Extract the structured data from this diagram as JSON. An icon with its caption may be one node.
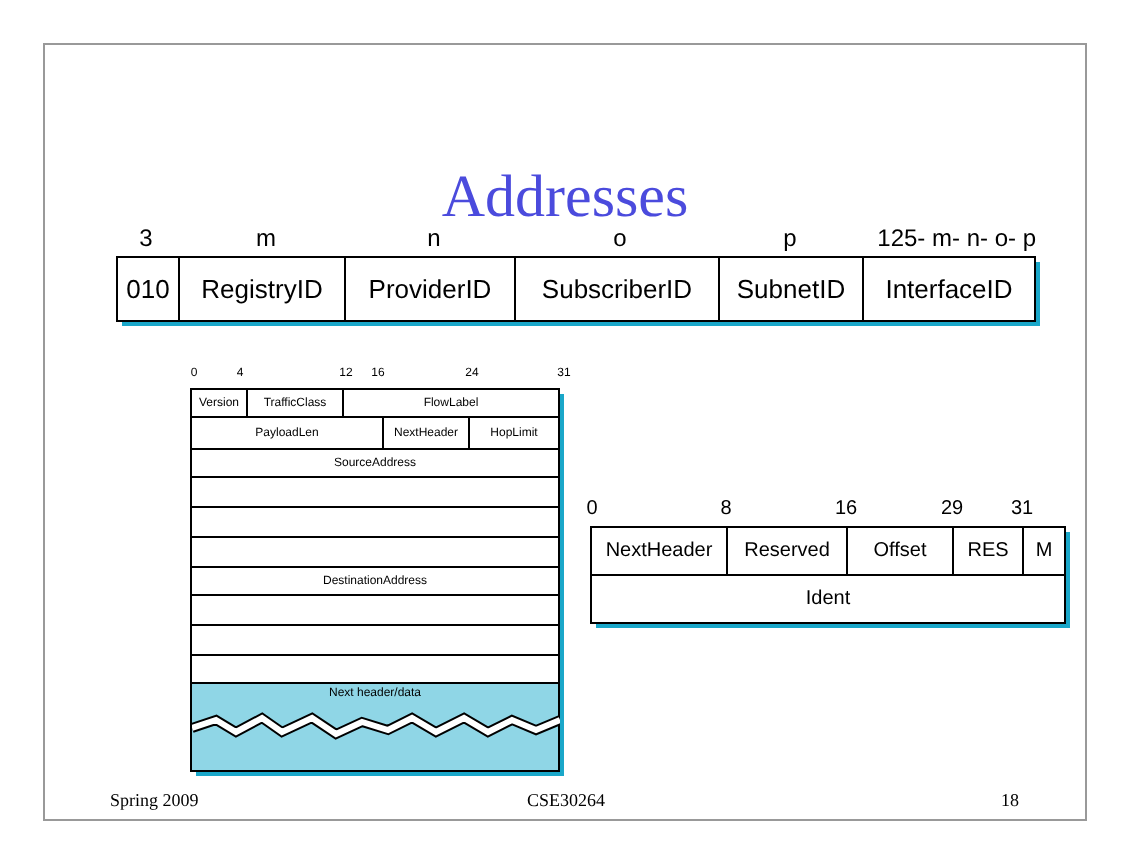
{
  "diagram": {
    "title": "Addresses",
    "nodes": [
      {
        "text": [
          "010"
        ]
      },
      {
        "text": [
          "RegistryID"
        ]
      },
      {
        "text": [
          "ProviderID"
        ]
      },
      {
        "text": [
          "SubscriberID"
        ]
      },
      {
        "text": [
          "SubnetID"
        ]
      },
      {
        "text": [
          "InterfaceID"
        ]
      },
      {
        "text": [
          "Version"
        ]
      },
      {
        "text": [
          "TrafficClass"
        ]
      },
      {
        "text": [
          "FlowLabel"
        ]
      },
      {
        "text": [
          "PayloadLen"
        ]
      },
      {
        "text": [
          "NextHeader"
        ]
      },
      {
        "text": [
          "HopLimit"
        ]
      },
      {
        "text": [
          "SourceAddress"
        ]
      },
      {
        "text": [],
        "shape": "box"
      },
      {
        "text": [],
        "shape": "box"
      },
      {
        "text": [],
        "shape": "box"
      },
      {
        "text": [
          "DestinationAddress"
        ]
      },
      {
        "text": [],
        "shape": "box"
      },
      {
        "text": [],
        "shape": "box"
      },
      {
        "text": [],
        "shape": "box"
      },
      {
        "text": [
          "Next header/data"
        ]
      },
      {
        "text": [
          "NextHeader"
        ]
      },
      {
        "text": [
          "Reserved"
        ]
      },
      {
        "text": [
          "Offset"
        ]
      },
      {
        "text": [
          "RES"
        ]
      },
      {
        "text": [
          "M"
        ]
      },
      {
        "text": [
          "Ident"
        ]
      }
    ],
    "labels": [
      "3",
      "m",
      "n",
      "o",
      "p",
      "125- m- n- o- p",
      "0",
      "4",
      "12",
      "16",
      "24",
      "31",
      "0",
      "8",
      "16",
      "29",
      "31",
      "Spring 2009",
      "CSE30264",
      "18"
    ]
  }
}
